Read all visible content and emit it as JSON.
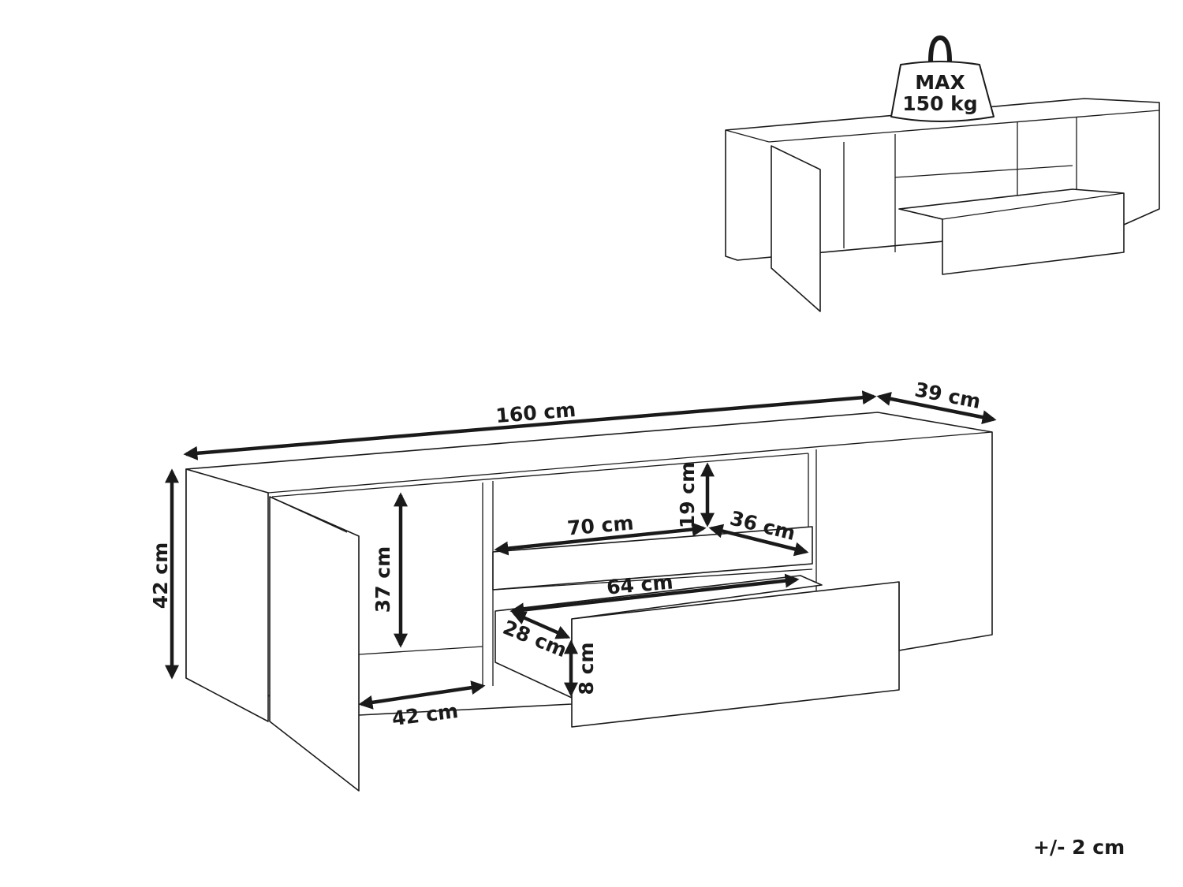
{
  "load_badge": {
    "line1": "MAX",
    "line2": "150 kg"
  },
  "dimensions": {
    "width": "160 cm",
    "depth": "39 cm",
    "height": "42 cm",
    "inner_height_left": "37 cm",
    "inner_width_left": "42 cm",
    "shelf_height": "19 cm",
    "shelf_width": "70 cm",
    "shelf_depth": "36 cm",
    "drawer_width": "64 cm",
    "drawer_depth": "28 cm",
    "drawer_height": "8 cm"
  },
  "tolerance": "+/- 2 cm"
}
